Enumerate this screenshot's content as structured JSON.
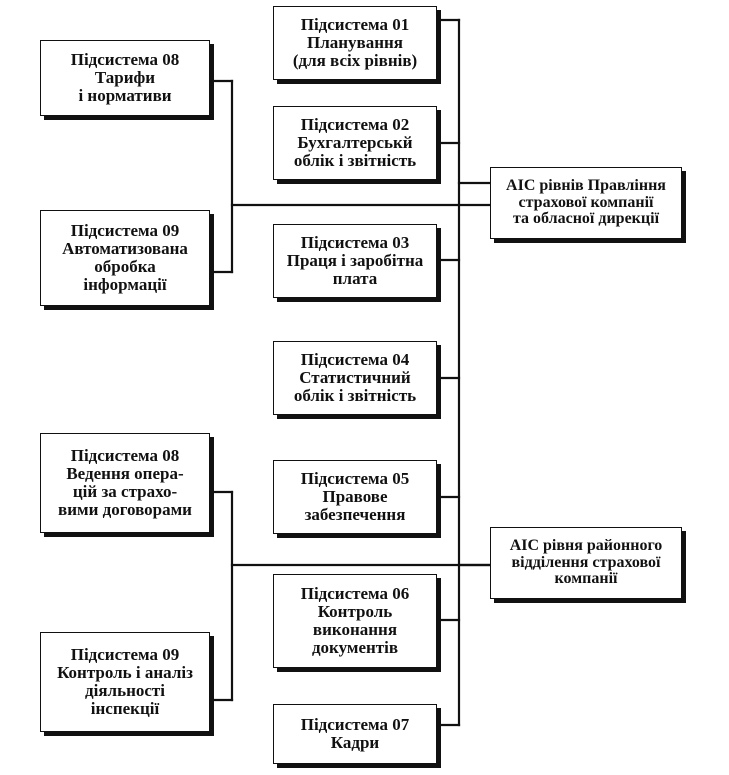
{
  "diagram": {
    "left_group_top": {
      "sub08": [
        "Підсистема 08",
        "Тарифи",
        "і нормативи"
      ],
      "sub09": [
        "Підсистема 09",
        "Автоматизована",
        "обробка",
        "інформації"
      ]
    },
    "left_group_bottom": {
      "sub08": [
        "Підсистема 08",
        "Ведення опера-",
        "цій за страхо-",
        "вими договорами"
      ],
      "sub09": [
        "Підсистема 09",
        "Контроль і аналіз",
        "діяльності",
        "інспекції"
      ]
    },
    "center": [
      [
        "Підсистема 01",
        "Планування",
        "(для всіх рівнів)"
      ],
      [
        "Підсистема 02",
        "Бухгалтерськй",
        "облік і звітність"
      ],
      [
        "Підсистема 03",
        "Праця і заробітна",
        "плата"
      ],
      [
        "Підсистема 04",
        "Статистичний",
        "облік і звітність"
      ],
      [
        "Підсистема 05",
        "Правове",
        "забезпечення"
      ],
      [
        "Підсистема 06",
        "Контроль",
        "виконання",
        "документів"
      ],
      [
        "Підсистема 07",
        "Кадри"
      ]
    ],
    "right": {
      "board": [
        "АІС рівнів Правління",
        "страхової компанії",
        "та обласної дирекції"
      ],
      "district": [
        "АІС рівня районного",
        "відділення страхової",
        "компанії"
      ]
    }
  }
}
